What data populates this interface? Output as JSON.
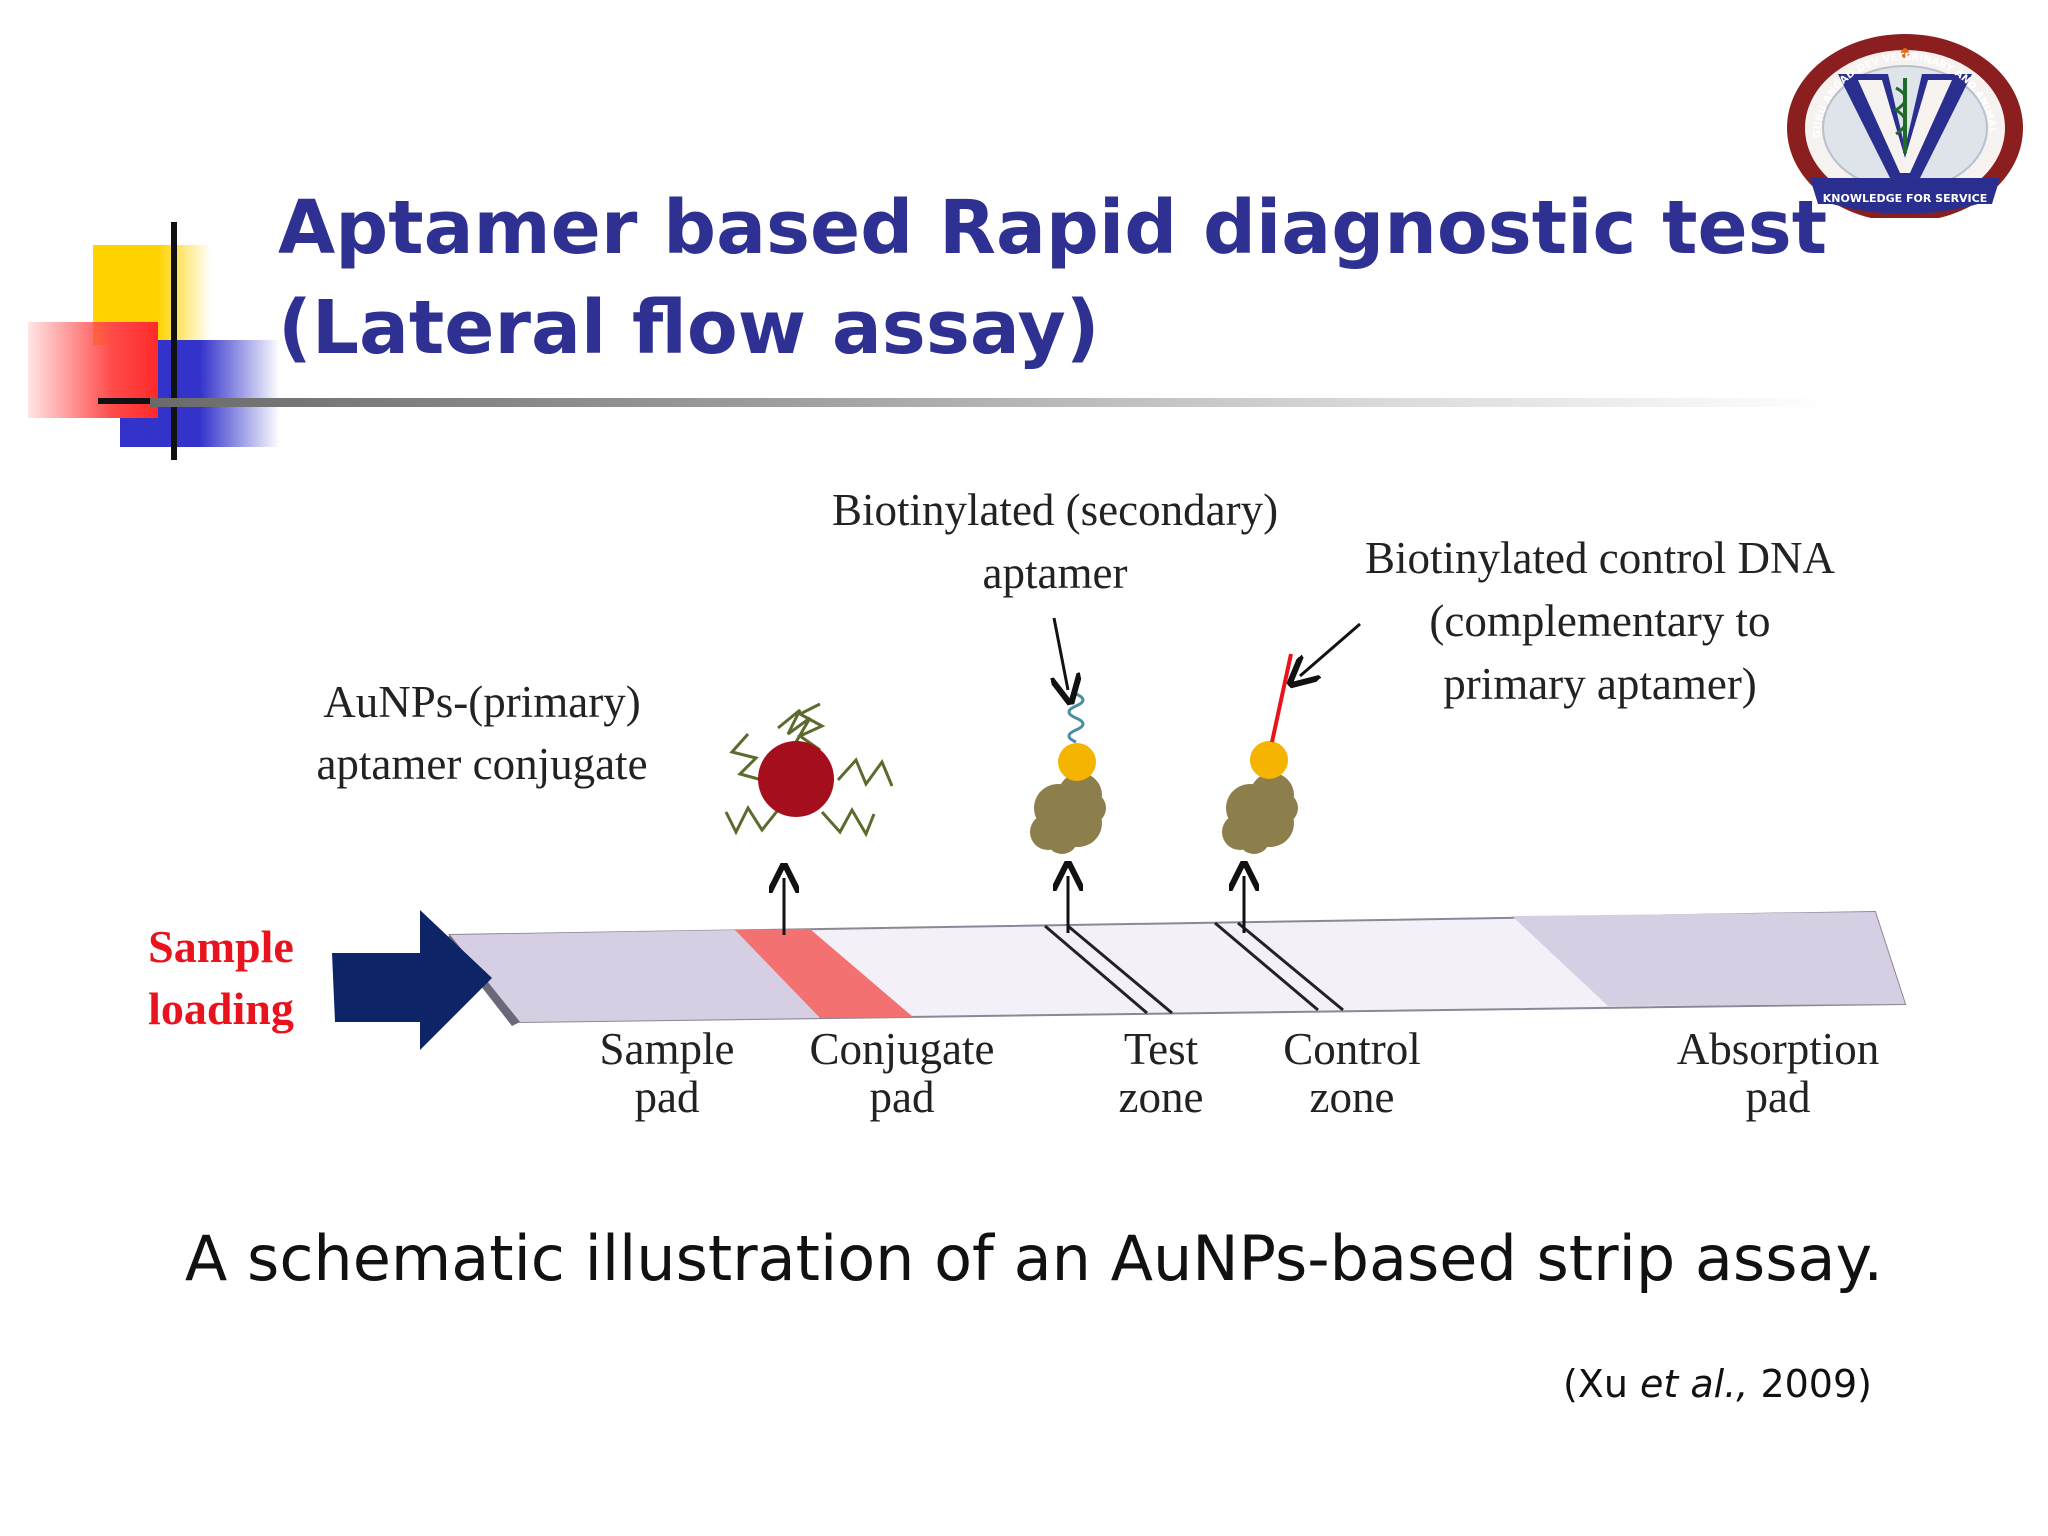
{
  "slide": {
    "title_line1": "Aptamer based Rapid diagnostic test",
    "title_line2": "(Lateral flow assay)",
    "caption": "A schematic illustration of an AuNPs-based strip assay.",
    "citation_open": "(Xu ",
    "citation_italic": "et al.,",
    "citation_close": " 2009)"
  },
  "logo": {
    "ring_text": "GURU ANGAD DEV VETERINARY AND ANIMAL SCIENCES UNIVERSITY",
    "year": "2005",
    "motto": "KNOWLEDGE FOR SERVICE"
  },
  "diagram": {
    "sample_loading": [
      "Sample",
      "loading"
    ],
    "conjugate_label": [
      "AuNPs-(primary)",
      "aptamer  conjugate"
    ],
    "secondary_label": [
      "Biotinylated (secondary)",
      "aptamer"
    ],
    "control_label": [
      "Biotinylated control DNA",
      "(complementary to",
      "primary aptamer)"
    ],
    "strip_labels": {
      "sample_pad": [
        "Sample",
        "pad"
      ],
      "conjugate_pad": [
        "Conjugate",
        "pad"
      ],
      "test_zone": [
        "Test",
        "zone"
      ],
      "control_zone": [
        "Control",
        "zone"
      ],
      "absorption_pad": [
        "Absorption",
        "pad"
      ]
    }
  },
  "colors": {
    "title": "#2e3192",
    "sample_loading": "#e8131c",
    "arrow": "#0d2466",
    "nanoparticle": "#a50e1c",
    "biotin": "#f5b400",
    "protein": "#8c7f4c",
    "pad": "#d6cfe4",
    "conjugate_band": "#f47171"
  }
}
